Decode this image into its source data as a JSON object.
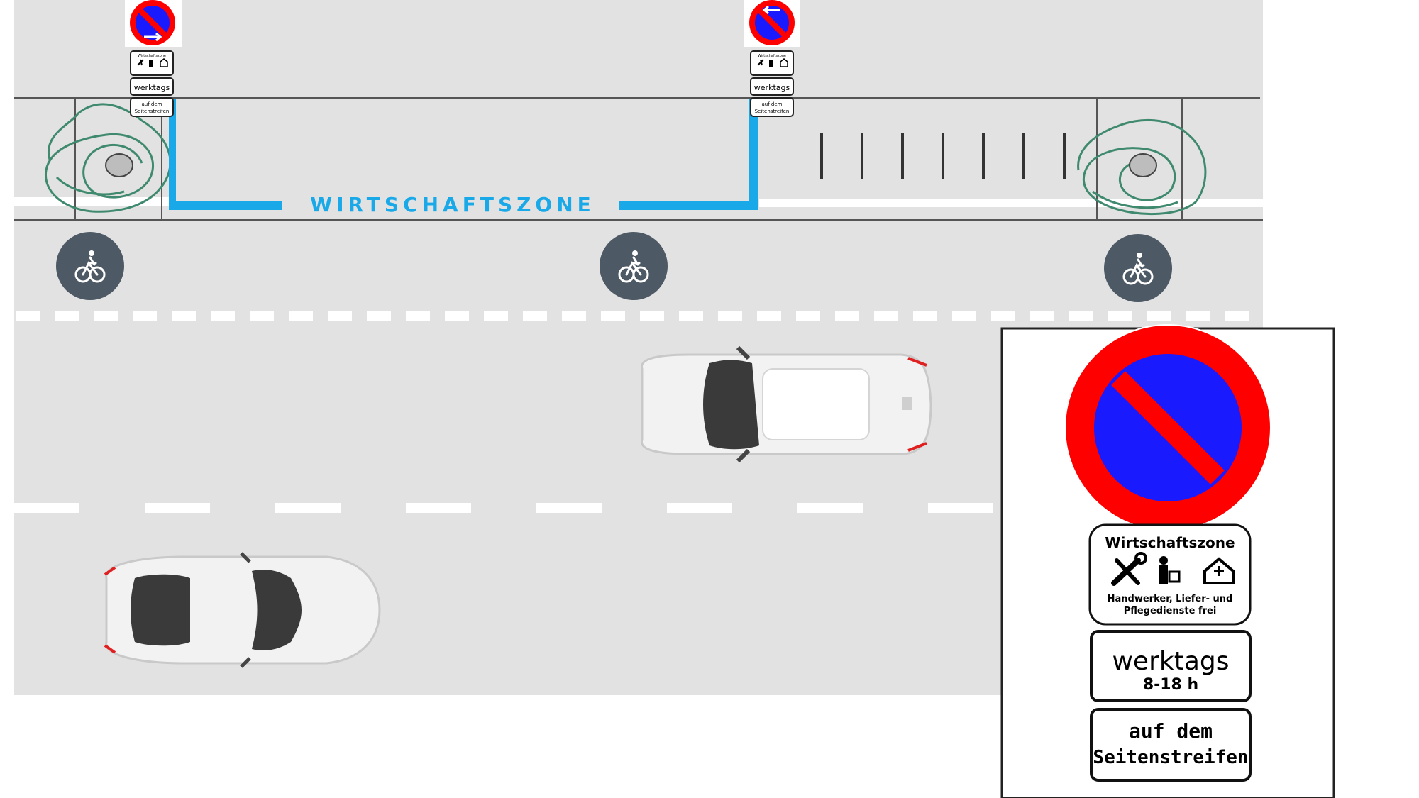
{
  "zone_label": "WIRTSCHAFTSZONE",
  "colors": {
    "road": "#e2e2e2",
    "zone_marking": "#19a9e8",
    "tree_scribble": "#3f8a6e",
    "bike_symbol_bg": "#4d5965",
    "sign_red": "#ff0000",
    "sign_blue": "#1a1aff",
    "car_body": "#f2f2f2",
    "car_glass": "#3a3a3a"
  },
  "mini_signs": [
    {
      "arrow": "right",
      "panel1_title": "Wirtschaftszone",
      "panel2": "werktags",
      "panel3_line1": "auf dem",
      "panel3_line2": "Seitenstreifen"
    },
    {
      "arrow": "left",
      "panel1_title": "Wirtschaftszone",
      "panel2": "werktags",
      "panel3_line1": "auf dem",
      "panel3_line2": "Seitenstreifen"
    }
  ],
  "bike_lane_icons": [
    "bicycle-icon",
    "bicycle-icon",
    "bicycle-icon"
  ],
  "legend_sign": {
    "title": "Wirtschaftszone",
    "icons": [
      "tools-icon",
      "delivery-person-icon",
      "care-home-icon"
    ],
    "exempt_line1": "Handwerker, Liefer- und",
    "exempt_line2": "Pflegedienste frei",
    "days": "werktags",
    "hours": "8-18 h",
    "location_line1": "auf dem",
    "location_line2": "Seitenstreifen"
  }
}
